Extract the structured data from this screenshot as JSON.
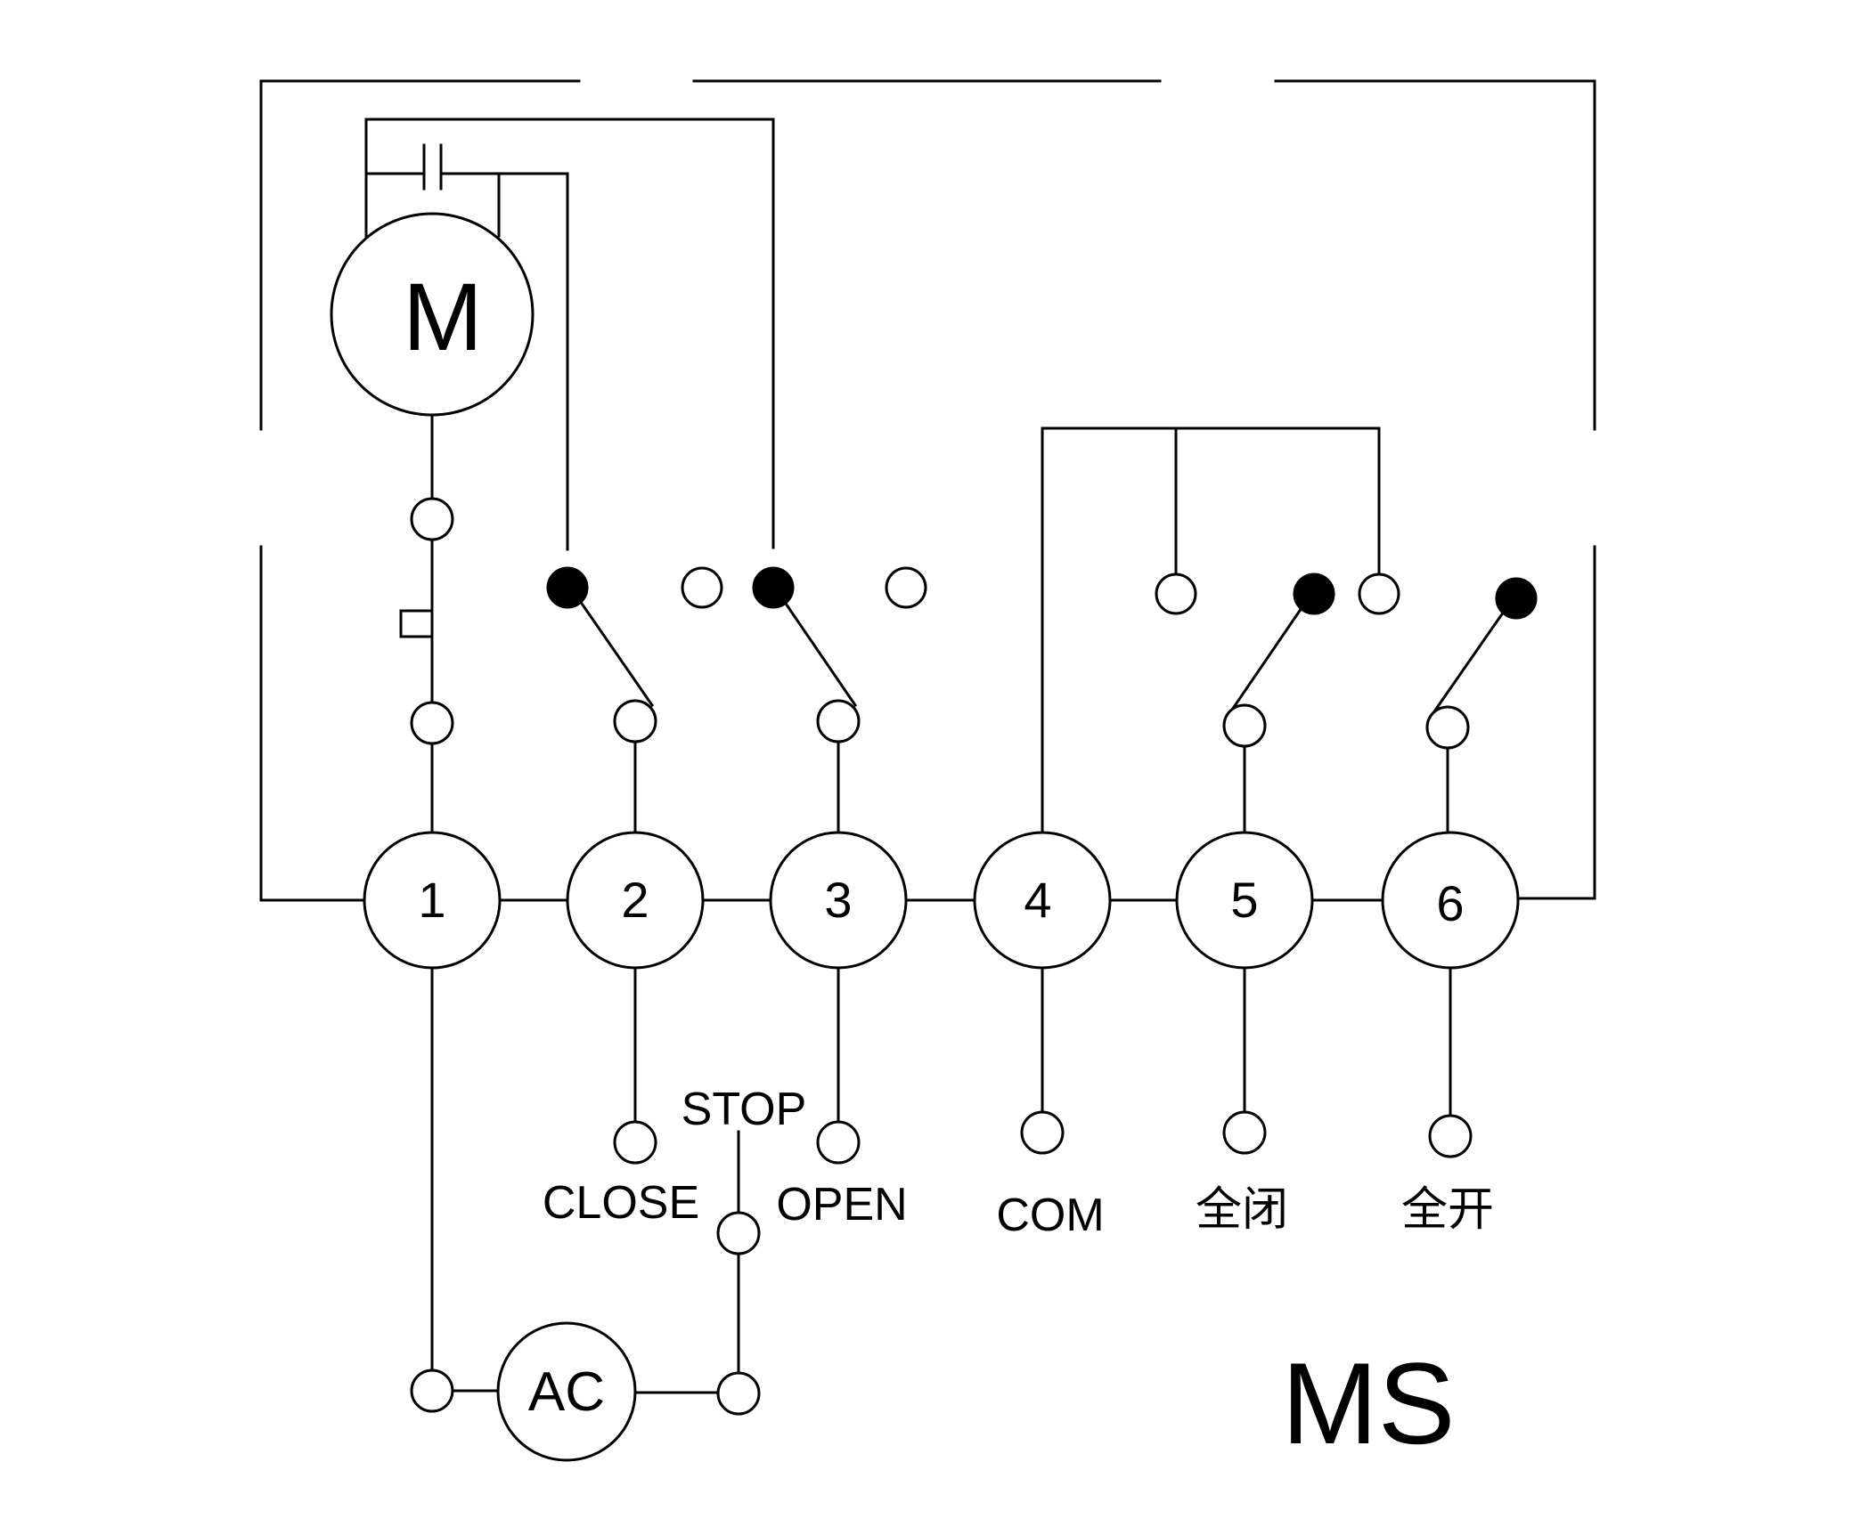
{
  "motor": {
    "label": "M"
  },
  "power": {
    "label": "AC"
  },
  "title": "MS",
  "terminals": [
    {
      "number": "1"
    },
    {
      "number": "2"
    },
    {
      "number": "3"
    },
    {
      "number": "4"
    },
    {
      "number": "5"
    },
    {
      "number": "6"
    }
  ],
  "outputs": {
    "close": "CLOSE",
    "stop": "STOP",
    "open": "OPEN",
    "com": "COM",
    "fully_closed": "全闭",
    "fully_open": "全开"
  },
  "colors": {
    "line": "#000000",
    "background": "#ffffff"
  }
}
